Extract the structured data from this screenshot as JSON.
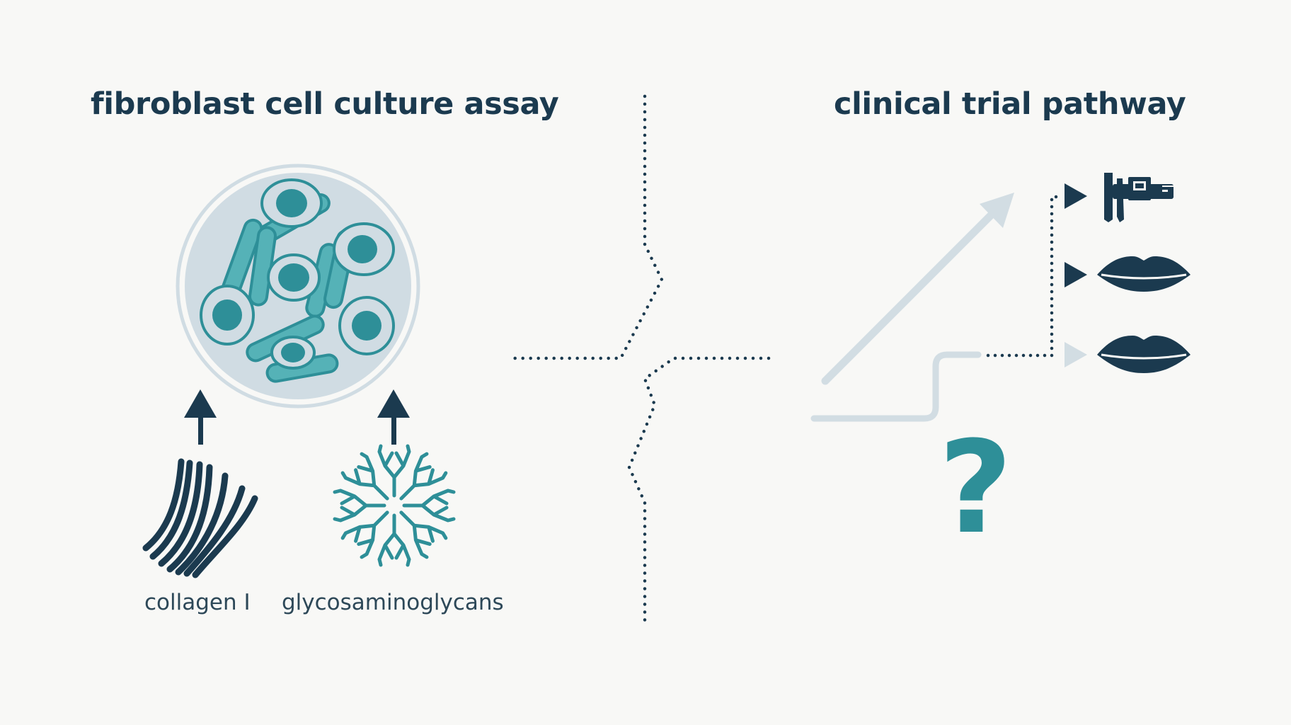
{
  "left_panel": {
    "title": "fibroblast cell culture assay",
    "inputs": [
      {
        "label": "collagen I",
        "icon": "collagen-fiber-icon"
      },
      {
        "label": "glycosaminoglycans",
        "icon": "glycosaminoglycan-branch-icon"
      }
    ],
    "dish_icon": "petri-dish-cells-icon"
  },
  "right_panel": {
    "title": "clinical trial pathway",
    "outcome_icons": [
      "caliper-icon",
      "lips-icon",
      "lips-icon"
    ],
    "question_mark": "?"
  },
  "colors": {
    "navy": "#1b3a4f",
    "teal": "#2e8f98",
    "teal_light": "#55b2b7",
    "dish_fill": "#d0dce3",
    "pathway_gray": "#d2dde3",
    "background": "#f8f8f6"
  }
}
